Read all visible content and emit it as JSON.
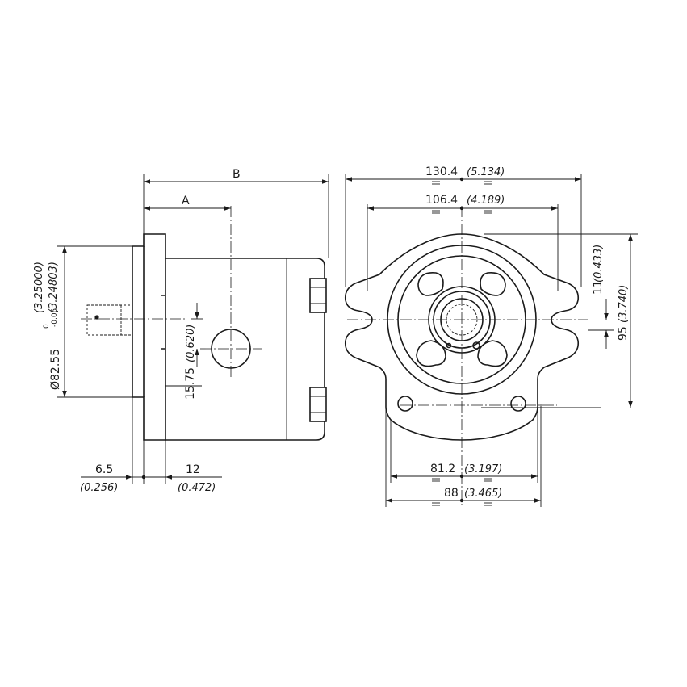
{
  "side_view": {
    "dim_b": "B",
    "dim_a": "A",
    "dim_pilot_mm": "Ø82.55",
    "dim_pilot_tol_upper": "0",
    "dim_pilot_tol_lower": "-0.05",
    "dim_pilot_in": "(3.25000)",
    "dim_pilot_in_2": "(3.24803)",
    "dim_port_offset_mm": "15.75",
    "dim_port_offset_in": "(0.620)",
    "dim_flange_mm": "6.5",
    "dim_flange_in": "(0.256)",
    "dim_pilot_len_mm": "12",
    "dim_pilot_len_in": "(0.472)"
  },
  "front_view": {
    "dim_width_mm": "130.4",
    "dim_width_in": "(5.134)",
    "dim_slot_mm": "106.4",
    "dim_slot_in": "(4.189)",
    "dim_offset_mm": "11",
    "dim_offset_in": "(0.433)",
    "dim_height_mm": "95",
    "dim_height_in": "(3.740)",
    "dim_holes_mm": "81.2",
    "dim_holes_in": "(3.197)",
    "dim_base_mm": "88",
    "dim_base_in": "(3.465)"
  }
}
